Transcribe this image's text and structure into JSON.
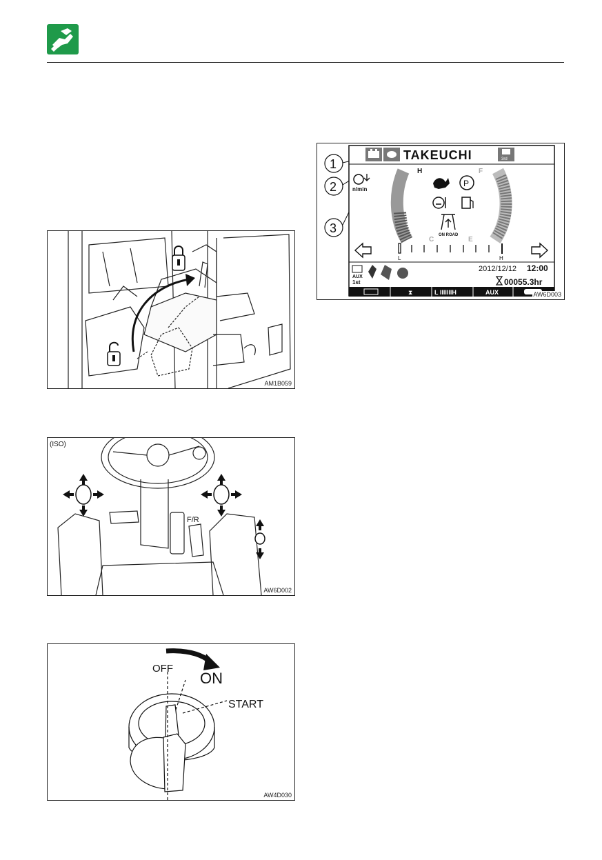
{
  "header": {
    "logo_icon": "hand-holding-tool-icon",
    "accent_color": "#1f9a4a"
  },
  "figures": {
    "lock_lever": {
      "code": "AM1B059",
      "icons": [
        "locked-padlock-icon",
        "unlocked-padlock-icon"
      ]
    },
    "controls": {
      "code": "AW6D002",
      "iso_label": "(ISO)",
      "fr_label": "F/R"
    },
    "key_switch": {
      "code": "AW4D030",
      "positions": {
        "off": "OFF",
        "on": "ON",
        "start": "START"
      }
    },
    "monitor": {
      "code": "AW6D003",
      "callouts": [
        "1",
        "2",
        "3"
      ],
      "brand": "TAKEUCHI",
      "third_label": "3rd",
      "rpm_unit": "n/min",
      "temp_gauge": {
        "high": "H",
        "low": "C",
        "fill_fraction": 0.25
      },
      "fuel_gauge": {
        "full": "F",
        "empty": "E",
        "fill_fraction": 0.85
      },
      "on_road": "ON ROAD",
      "flow_scale": {
        "low": "L",
        "high": "H"
      },
      "aux_label": "AUX",
      "aux_sub": "1st",
      "date": "2012/12/12",
      "time": "12:00",
      "hour_meter": "00055.3hr",
      "softkeys": [
        "",
        "⧗",
        "L IIIIIIIH",
        "AUX"
      ]
    }
  }
}
